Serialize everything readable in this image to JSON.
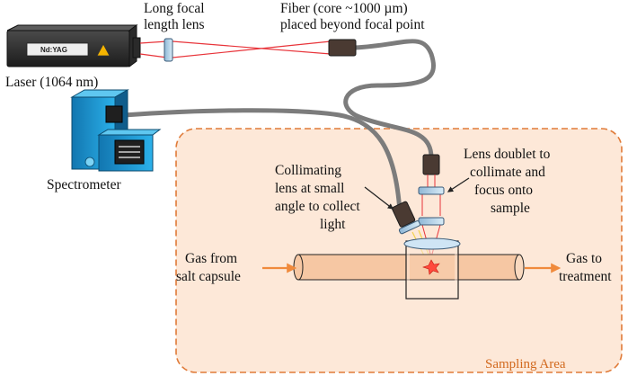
{
  "labels": {
    "long_focal_lens": [
      "Long focal",
      "length lens"
    ],
    "fiber": [
      "Fiber (core ~1000 µm)",
      "placed beyond focal point"
    ],
    "laser": "Laser (1064 nm)",
    "laser_badge": "Nd:YAG",
    "spectrometer": "Spectrometer",
    "collimating_lens": [
      "Collimating",
      "lens at small",
      "angle to collect",
      "light"
    ],
    "lens_doublet": [
      "Lens doublet to",
      "collimate and",
      "focus onto",
      "sample"
    ],
    "gas_from": [
      "Gas from",
      "salt capsule"
    ],
    "gas_to": [
      "Gas to",
      "treatment"
    ],
    "sampling_area": "Sampling Area"
  },
  "colors": {
    "sampling_area_fill": "#fde8d8",
    "sampling_area_border": "#e07b39",
    "laser_beam": "#e8343a",
    "fiber_cable": "#8a8a8a",
    "spectrometer": "#1e9fd6",
    "pipe_fill": "#f6c7a3",
    "arrow": "#f08a3c"
  }
}
